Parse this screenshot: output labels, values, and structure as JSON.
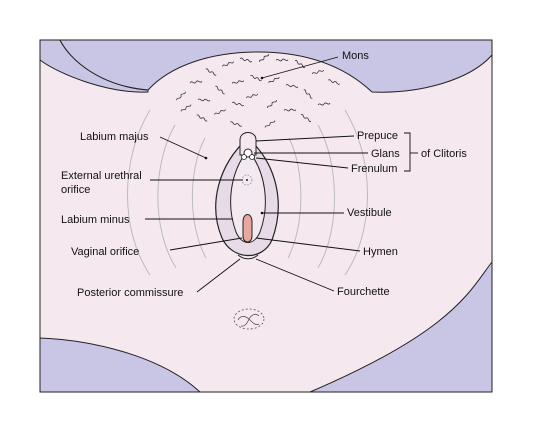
{
  "colors": {
    "skin": "#f5e9ef",
    "background_tissue": "#c9c5e4",
    "outline": "#222222",
    "lines": "#111111"
  },
  "labels": {
    "mons": "Mons",
    "labium_majus": "Labium majus",
    "prepuce": "Prepuce",
    "glans": "Glans",
    "frenulum": "Frenulum",
    "of_clitoris": "of Clitoris",
    "external_urethral_orifice_line1": "External urethral",
    "external_urethral_orifice_line2": "orifice",
    "vestibule": "Vestibule",
    "labium_minus": "Labium minus",
    "hymen": "Hymen",
    "vaginal_orifice": "Vaginal orifice",
    "posterior_commissure": "Posterior commissure",
    "fourchette": "Fourchette"
  }
}
